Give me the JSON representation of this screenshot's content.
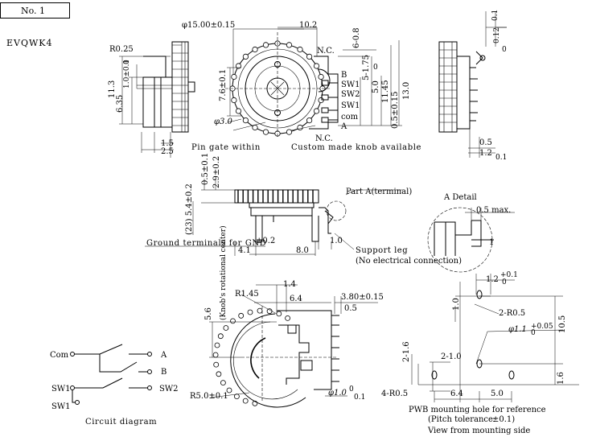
{
  "header": {
    "doc_number": "No. 1",
    "model": "EVQWK4"
  },
  "side_left": {
    "labels": {
      "radius": "R0.25",
      "dim_1": "1.0±0.1",
      "dim_2": "0",
      "dim_3": "11.3",
      "dim_4": "6.35",
      "dim_5": "1.5",
      "dim_6": "2.5"
    }
  },
  "front_view": {
    "labels": {
      "knob_dia": "φ15.00±0.15",
      "width": "10.2",
      "h_75": "7.6±0.1",
      "pin_dia": "φ3.0",
      "r_60": "6-0.8",
      "r_5": "5-1.75",
      "r_50": "5.0",
      "r_1145": "11.45",
      "r_05": "0.5±0.15",
      "r_130": "13.0",
      "zero": "0",
      "nc_top": "N.C.",
      "term_b": "B",
      "term_sw1": "SW1",
      "term_sw2": "SW2",
      "term_sw1b": "SW1",
      "term_com": "com",
      "term_a": "A",
      "nc_bottom": "N.C."
    },
    "notes": {
      "pin_gate": "Pin gate within",
      "custom_knob": "Custom made knob available"
    }
  },
  "side_right": {
    "labels": {
      "d_01": "0.1",
      "d_012": "0.12",
      "d_05": "0.5",
      "d_12": "1.2",
      "d_01b": "0.1",
      "d_0": "0"
    }
  },
  "middle_view": {
    "labels": {
      "d_05": "0.5±0.1",
      "d_29": "2.9±0.2",
      "d_54": "(23) 5.4±0.2",
      "d_41": "4.1",
      "d_80": "8.0",
      "d_10": "1.0",
      "d_02": "±0.2"
    },
    "notes": {
      "part_a": "Part A(terminal)",
      "ground": "Ground terminals for GND",
      "support_leg": "Support leg",
      "no_connection": "(No electrical connection)",
      "detail": "A Detail",
      "max": "0.5 max."
    },
    "detail_dims": {
      "d_1": "1"
    }
  },
  "bottom_view": {
    "labels": {
      "r145": "R1.45",
      "d14": "1.4",
      "d64": "6.4",
      "d38": "3.80±0.15",
      "d05": "0.5",
      "d56": "5.6",
      "knob_axis": "(Knob's rotational center)",
      "r5": "R5.0±0.1",
      "phi10": "φ1.0",
      "d01": "0.1",
      "d0": "0"
    }
  },
  "circuit": {
    "title": "Circuit diagram",
    "labels": {
      "com": "Com",
      "a": "A",
      "b": "B",
      "sw1_top": "SW1",
      "sw2": "SW2",
      "sw1_bottom": "SW1"
    }
  },
  "pwb": {
    "labels": {
      "d12": "1.2",
      "d01": "+0.1",
      "d0": "0",
      "d10": "1.0",
      "r05": "2-R0.5",
      "phi11": "φ1.1",
      "p005": "+0.05",
      "p0": "0",
      "d105": "10.5",
      "d216": "2-1.6",
      "d210": "2-1.0",
      "d16": "1.6",
      "r05b": "4-R0.5",
      "d64": "6.4",
      "d50": "5.0"
    },
    "notes": {
      "title": "PWB mounting hole for reference",
      "tolerance": "(Pitch tolerance:",
      "tolerance_val": "±0.1)",
      "view": "View from mounting side"
    }
  }
}
